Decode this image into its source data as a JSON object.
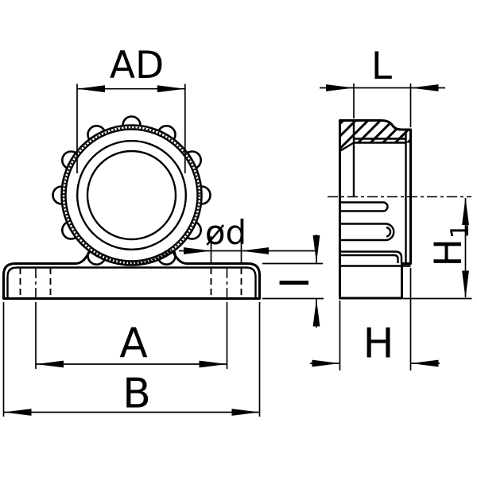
{
  "drawing": {
    "background_color": "#ffffff",
    "line_color": "#000000",
    "front_view_labels": {
      "outer_diameter": "AD",
      "hole_diameter": "ød",
      "hole_spacing": "A",
      "base_width": "B",
      "plate_thickness": "I"
    },
    "side_view_labels": {
      "depth": "L",
      "foot_width": "H",
      "center_height_base": "H",
      "center_height_subscript": "1"
    }
  }
}
